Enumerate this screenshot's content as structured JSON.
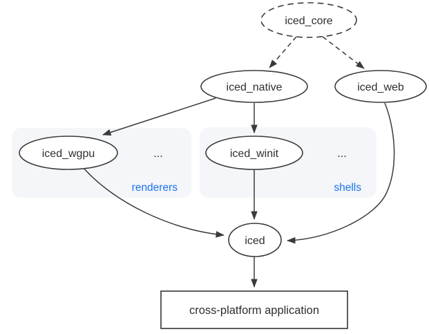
{
  "colors": {
    "accent_blue": "#1a73e8",
    "node_stroke": "#3a3a3a",
    "text": "#2e2e2e",
    "group_box_fill": "#f4f6f9"
  },
  "nodes": {
    "iced_core": {
      "label": "iced_core",
      "shape": "ellipse-dashed"
    },
    "iced_native": {
      "label": "iced_native",
      "shape": "ellipse"
    },
    "iced_web": {
      "label": "iced_web",
      "shape": "ellipse"
    },
    "iced_wgpu": {
      "label": "iced_wgpu",
      "shape": "ellipse"
    },
    "iced_winit": {
      "label": "iced_winit",
      "shape": "ellipse"
    },
    "iced": {
      "label": "iced",
      "shape": "ellipse"
    },
    "app": {
      "label": "cross-platform application",
      "shape": "rect"
    }
  },
  "groups": {
    "renderers": {
      "label": "renderers",
      "ellipsis": "...",
      "members": [
        "iced_wgpu"
      ]
    },
    "shells": {
      "label": "shells",
      "ellipsis": "...",
      "members": [
        "iced_winit"
      ]
    }
  },
  "edges": [
    {
      "from": "iced_core",
      "to": "iced_native",
      "style": "dashed"
    },
    {
      "from": "iced_core",
      "to": "iced_web",
      "style": "dashed"
    },
    {
      "from": "iced_native",
      "to": "iced_wgpu",
      "style": "solid"
    },
    {
      "from": "iced_native",
      "to": "iced_winit",
      "style": "solid"
    },
    {
      "from": "iced_wgpu",
      "to": "iced",
      "style": "solid"
    },
    {
      "from": "iced_winit",
      "to": "iced",
      "style": "solid"
    },
    {
      "from": "iced_web",
      "to": "iced",
      "style": "solid"
    },
    {
      "from": "iced",
      "to": "app",
      "style": "solid"
    }
  ]
}
